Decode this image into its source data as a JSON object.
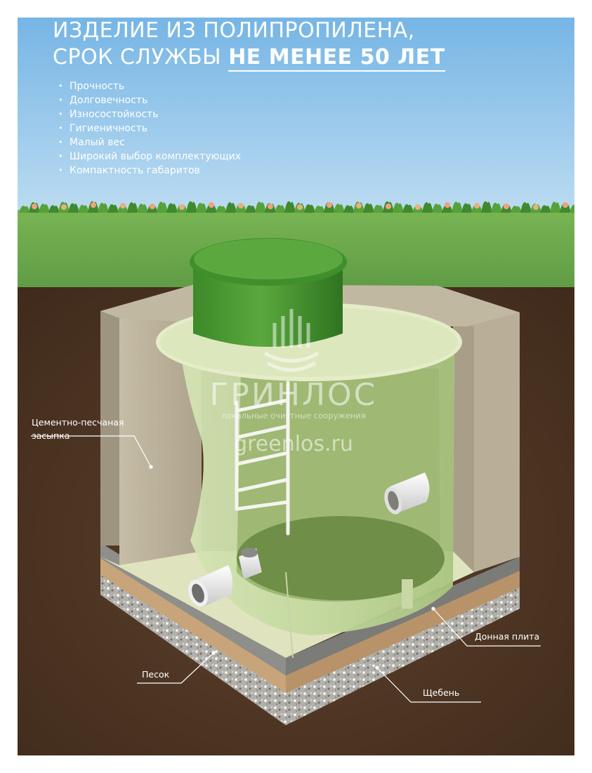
{
  "heading": {
    "line1": "ИЗДЕЛИЕ ИЗ ПОЛИПРОПИЛЕНА,",
    "line2_prefix": "СРОК СЛУЖБЫ ",
    "line2_emphasis": "НЕ МЕНЕЕ 50 ЛЕТ"
  },
  "features": [
    "Прочность",
    "Долговечность",
    "Износостойкость",
    "Гигиеничность",
    "Малый вес",
    "Широкий выбор комплектующих",
    "Компактность габаритов"
  ],
  "callouts": {
    "backfill_line1": "Цементно-песчаная",
    "backfill_line2": "засыпка",
    "bottom_slab": "Донная плита",
    "sand": "Песок",
    "gravel": "Щебень"
  },
  "watermark": {
    "brand": "ГРИНЛОС",
    "tagline": "локальные очистные сооружения",
    "site": "greenlos.ru"
  },
  "colors": {
    "sky_top": "#78b7e6",
    "sky_bottom": "#b9d9ef",
    "grass": "#6dab4d",
    "soil": "#4f3523",
    "concrete": "#b3a993",
    "tank_green": "#4d9a33",
    "callout_line": "#ffffff"
  }
}
